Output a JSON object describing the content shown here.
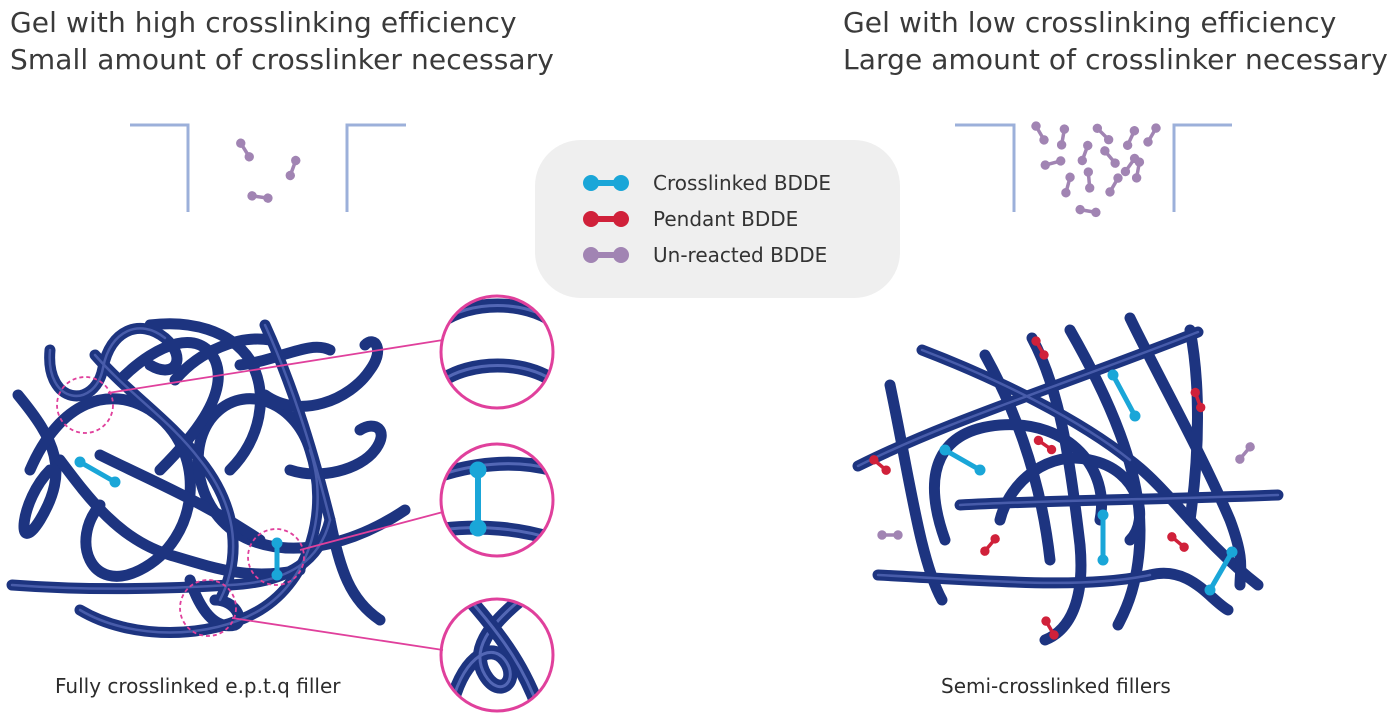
{
  "left_panel": {
    "heading_line1": "Gel with high crosslinking efficiency",
    "heading_line2": "Small amount of crosslinker necessary",
    "caption": "Fully crosslinked e.p.t.q filler"
  },
  "right_panel": {
    "heading_line1": "Gel with low crosslinking efficiency",
    "heading_line2": "Large amount of crosslinker necessary",
    "caption": "Semi-crosslinked fillers"
  },
  "legend": {
    "items": [
      {
        "label": "Crosslinked BDDE",
        "color": "#1aa6d8"
      },
      {
        "label": "Pendant BDDE",
        "color": "#d0213a"
      },
      {
        "label": "Un-reacted BDDE",
        "color": "#a184b3"
      }
    ]
  },
  "colors": {
    "polymer_chain": "#1d3480",
    "container_wall": "#9cb0da",
    "zoom_highlight": "#e0409c"
  },
  "icons": [
    "bdde-molecule-icon",
    "zoom-circle-icon"
  ]
}
